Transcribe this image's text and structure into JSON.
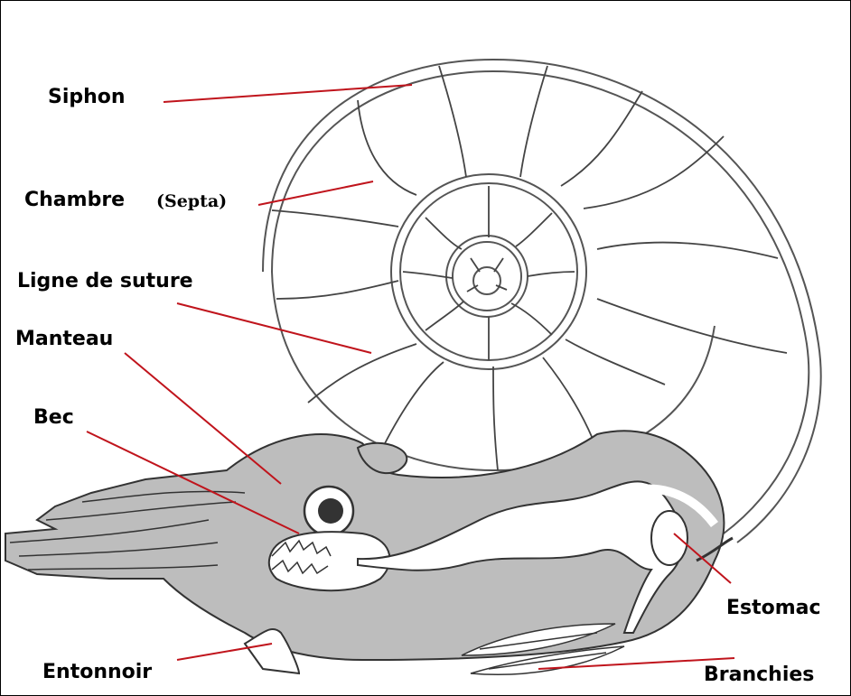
{
  "diagram": {
    "labels": {
      "siphon": "Siphon",
      "chambre": "Chambre",
      "septa": "(Septa)",
      "suture": "Ligne de suture",
      "manteau": "Manteau",
      "bec": "Bec",
      "entonnoir": "Entonnoir",
      "estomac": "Estomac",
      "branchies": "Branchies"
    },
    "colors": {
      "leader": "#c0141c",
      "body": "#bdbdbd",
      "outline": "#333333"
    }
  }
}
